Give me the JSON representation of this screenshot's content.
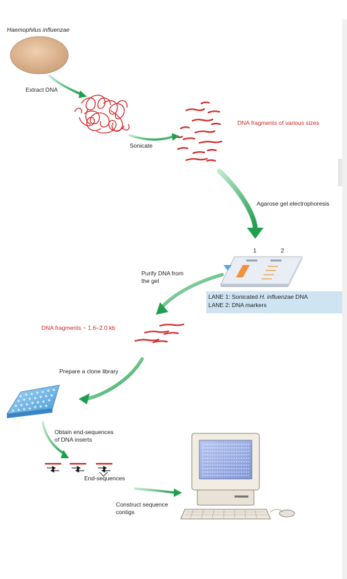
{
  "labels": {
    "organism": "Haemophilus influenzae",
    "extract": "Extract DNA",
    "sonicate": "Sonicate",
    "fragments_various": "DNA fragments of various sizes",
    "electrophoresis": "Agarose gel electrophoresis",
    "lane_num_1": "1",
    "lane_num_2": "2",
    "purify_1": "Purify DNA from",
    "purify_2": "the gel",
    "fragments_size": "DNA fragments ~ 1.6–2.0 kb",
    "clone_library": "Prepare a clone library",
    "endseq_1": "Obtain end-sequences",
    "endseq_2": "of DNA inserts",
    "end_sequences": "End-sequences",
    "contigs_1": "Construct sequence",
    "contigs_2": "contigs"
  },
  "legend": {
    "lane1_prefix": "LANE 1: Sonicated ",
    "lane1_italic": "H. influenzae",
    "lane1_suffix": " DNA",
    "lane2": "LANE 2: DNA markers"
  },
  "colors": {
    "dna_red": "#d22a2a",
    "arrow_green": "#2fae5a",
    "legend_bg": "#cfe4f2",
    "plate_blue": "#6fb7e6"
  }
}
